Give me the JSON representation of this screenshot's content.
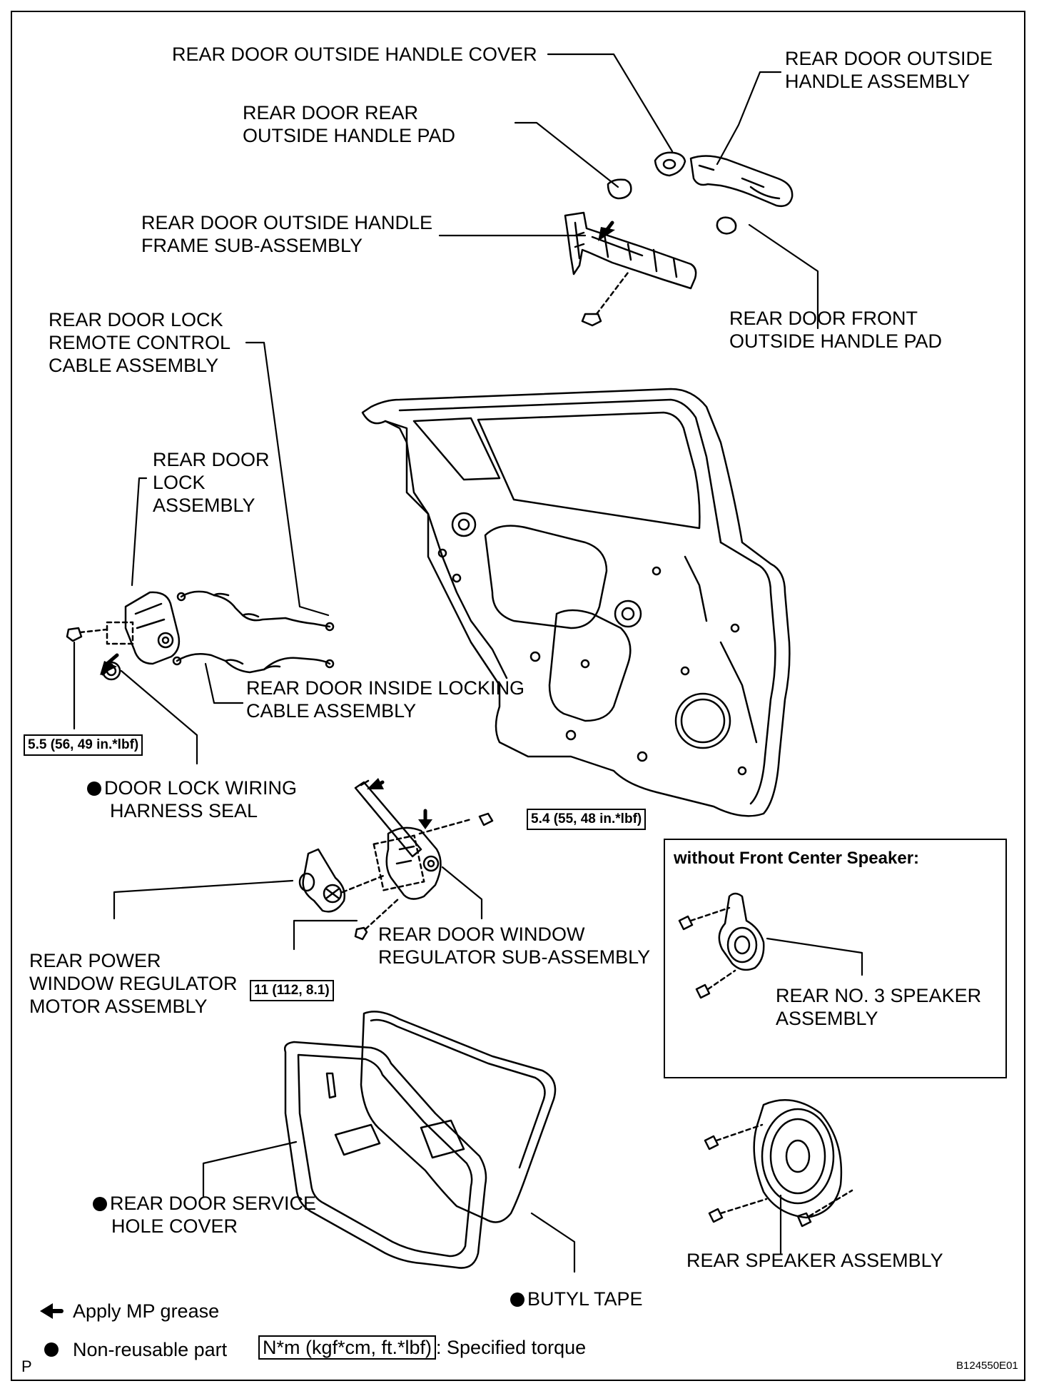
{
  "labels": {
    "outside_handle_cover": "REAR DOOR OUTSIDE HANDLE COVER",
    "outside_handle_assembly": [
      "REAR DOOR OUTSIDE",
      "HANDLE ASSEMBLY"
    ],
    "rear_outside_handle_pad": [
      "REAR DOOR REAR",
      "OUTSIDE HANDLE PAD"
    ],
    "outside_handle_frame": [
      "REAR DOOR OUTSIDE HANDLE",
      "FRAME SUB-ASSEMBLY"
    ],
    "front_outside_handle_pad": [
      "REAR DOOR FRONT",
      "OUTSIDE HANDLE PAD"
    ],
    "lock_remote_cable": [
      "REAR DOOR LOCK",
      "REMOTE CONTROL",
      "CABLE ASSEMBLY"
    ],
    "door_lock_assembly": [
      "REAR DOOR",
      "LOCK",
      "ASSEMBLY"
    ],
    "inside_locking_cable": [
      "REAR DOOR INSIDE LOCKING",
      "CABLE ASSEMBLY"
    ],
    "wiring_harness_seal": [
      "DOOR LOCK WIRING",
      "HARNESS SEAL"
    ],
    "power_window_motor": [
      "REAR POWER",
      "WINDOW REGULATOR",
      "MOTOR ASSEMBLY"
    ],
    "window_regulator": [
      "REAR DOOR WINDOW",
      "REGULATOR SUB-ASSEMBLY"
    ],
    "service_hole_cover": [
      "REAR DOOR SERVICE",
      "HOLE COVER"
    ],
    "butyl_tape": "BUTYL TAPE",
    "rear_speaker": "REAR SPEAKER ASSEMBLY",
    "no3_speaker": [
      "REAR NO. 3 SPEAKER",
      "ASSEMBLY"
    ]
  },
  "torques": {
    "lock": "5.5 (56, 49 in.*lbf)",
    "regulator_bolt": "5.4 (55, 48 in.*lbf)",
    "motor_bolt": "11 (112, 8.1)"
  },
  "inset": {
    "title": "without Front Center Speaker:"
  },
  "legend": {
    "grease": "Apply MP grease",
    "non_reusable": "Non-reusable part",
    "torque_unit": "N*m (kgf*cm, ft.*lbf)",
    "torque_text": ": Specified torque"
  },
  "footer": {
    "letter": "P",
    "figure_id": "B124550E01"
  }
}
